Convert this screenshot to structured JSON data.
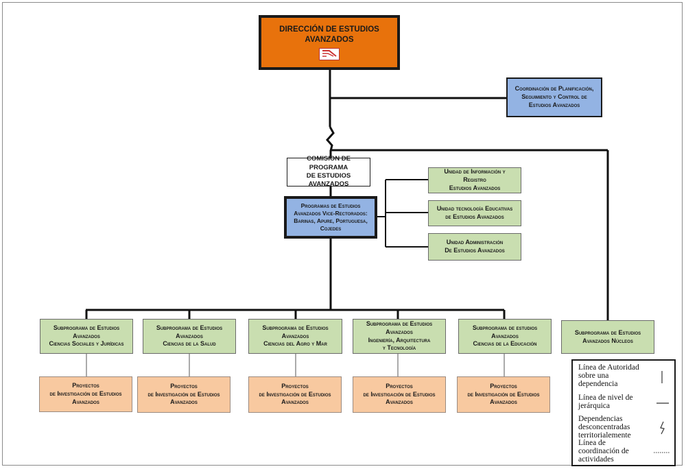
{
  "direccion": {
    "line1": "DIRECCIÓN DE ESTUDIOS",
    "line2": "AVANZADOS"
  },
  "coordinacion": {
    "lines": [
      "Coordinación de Planificación,",
      "Seguimiento y Control de",
      "Estudios Avanzados"
    ]
  },
  "comision": {
    "lines": [
      "COMISION DE PROGRAMA",
      "DE ESTUDIOS AVANZADOS"
    ]
  },
  "programas": {
    "lines": [
      "Programas de Estudios",
      "Avanzados Vice-Rectorados:",
      "Barinas,  Apure, Portuguesa,",
      "Cojedes"
    ]
  },
  "unidades": [
    {
      "lines": [
        "Unidad  de Información y",
        "Registro",
        "Estudios Avanzados"
      ]
    },
    {
      "lines": [
        "Unidad tecnología Educativas",
        "de Estudios Avanzados"
      ]
    },
    {
      "lines": [
        "Unidad  Administración",
        "De Estudios Avanzados"
      ]
    }
  ],
  "subprogramas": [
    {
      "lines": [
        "Subprograma de Estudios",
        "Avanzados",
        "Ciencias  Sociales y Jurídicas"
      ]
    },
    {
      "lines": [
        "Subprograma de Estudios",
        "Avanzados",
        "Ciencias de la Salud"
      ]
    },
    {
      "lines": [
        "Subprograma de Estudios",
        "Avanzados",
        "Ciencias del Agro y Mar"
      ]
    },
    {
      "lines": [
        "Subprograma de Estudios",
        "Avanzados",
        "Ingeniería, Arquitectura",
        "y Tecnología"
      ]
    },
    {
      "lines": [
        "Subprograma de estudios",
        "Avanzados",
        "Ciencias de la Educación"
      ]
    },
    {
      "lines": [
        "Subprograma de Estudios",
        "Avanzados  Núcleos"
      ]
    }
  ],
  "proyectos": [
    {
      "lines": [
        "Proyectos",
        "de Investigación de Estudios",
        "Avanzados"
      ]
    },
    {
      "lines": [
        "Proyectos",
        "de Investigación de Estudios",
        "Avanzados"
      ]
    },
    {
      "lines": [
        "Proyectos",
        "de Investigación de Estudios",
        "Avanzados"
      ]
    },
    {
      "lines": [
        "Proyectos",
        "de Investigación de Estudios",
        "Avanzados"
      ]
    },
    {
      "lines": [
        "Proyectos",
        "de Investigación de Estudios",
        "Avanzados"
      ]
    }
  ],
  "legend": {
    "items": [
      {
        "label": "Línea de Autoridad sobre una dependencia"
      },
      {
        "label": "Línea de nivel de jerárquica"
      },
      {
        "label": "Dependencias desconcentradas territorialemente"
      },
      {
        "label": "Línea de coordinación de actividades"
      }
    ]
  },
  "colors": {
    "direccion": "#e8720c",
    "blue": "#93b3e3",
    "green": "#c9deb0",
    "peach": "#f8c9a0",
    "lines": "#111111"
  }
}
